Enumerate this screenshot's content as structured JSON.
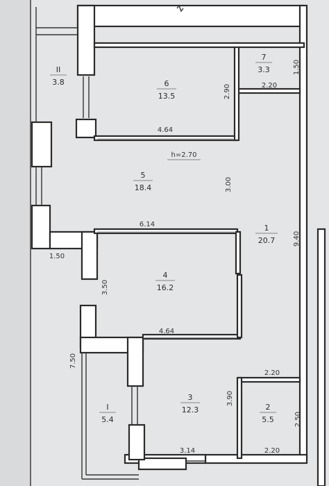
{
  "rooms": [
    {
      "num": "6",
      "area": "13.5"
    },
    {
      "num": "7",
      "area": "3.3"
    },
    {
      "num": "II",
      "area": "3.8"
    },
    {
      "num": "5",
      "area": "18.4"
    },
    {
      "num": "1",
      "area": "20.7"
    },
    {
      "num": "4",
      "area": "16.2"
    },
    {
      "num": "I",
      "area": "5.4"
    },
    {
      "num": "3",
      "area": "12.3"
    },
    {
      "num": "2",
      "area": "5.5"
    }
  ],
  "height_note": "h=2.70",
  "dims": {
    "d_150_top": "1.50",
    "d_220_top": "2.20",
    "d_290": "2.90",
    "d_464_top": "4.64",
    "d_300": "3.00",
    "d_614": "6.14",
    "d_940": "9.40",
    "d_150_left": "1.50",
    "d_350": "3.50",
    "d_464_bottom": "4.64",
    "d_750": "7.50",
    "d_220_mid": "2.20",
    "d_390": "3.90",
    "d_250": "2.50",
    "d_314": "3.14",
    "d_220_bottom": "2.20"
  }
}
